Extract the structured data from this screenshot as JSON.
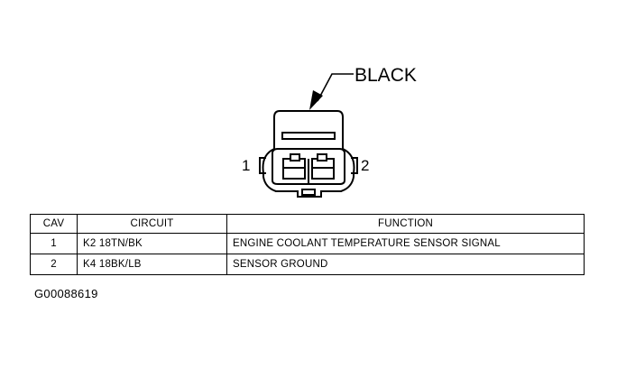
{
  "connector": {
    "color_label": "BLACK",
    "pin_left": "1",
    "pin_right": "2"
  },
  "table": {
    "headers": {
      "cav": "CAV",
      "circuit": "CIRCUIT",
      "function": "FUNCTION"
    },
    "rows": [
      {
        "cav": "1",
        "circuit": "K2 18TN/BK",
        "function": "ENGINE COOLANT TEMPERATURE SENSOR SIGNAL"
      },
      {
        "cav": "2",
        "circuit": "K4 18BK/LB",
        "function": "SENSOR GROUND"
      }
    ]
  },
  "figure_id": "G00088619",
  "colors": {
    "line": "#000000",
    "background": "#ffffff"
  }
}
